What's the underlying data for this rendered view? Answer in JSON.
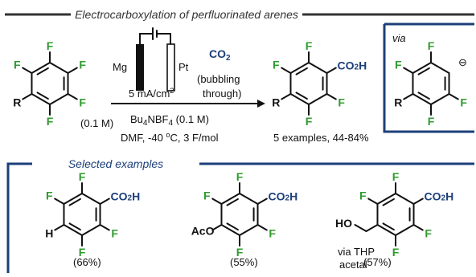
{
  "header": {
    "title": "Electrocarboxylation of perfluorinated arenes"
  },
  "atoms": {
    "F": "F",
    "R": "R",
    "H": "H",
    "HO": "HO",
    "AcO": "AcO",
    "acid": "CO2H",
    "charge": "⊖"
  },
  "cell": {
    "anode": "Mg",
    "cathode": "Pt"
  },
  "conditions": {
    "gas": "CO2",
    "gas_note_1": "(bubbling",
    "gas_note_2": "through)",
    "current": "5 mA/cm2",
    "salt": "Bu4NBF4 (0.1 M)",
    "solvent": "DMF, -40 oC, 3 F/mol"
  },
  "substrate": {
    "conc": "(0.1 M)"
  },
  "product": {
    "summary": "5 examples, 44-84%"
  },
  "intermediate": {
    "label": "via"
  },
  "examples": {
    "heading": "Selected examples",
    "items": [
      {
        "yield": "(66%)"
      },
      {
        "yield": "(55%)"
      },
      {
        "yield": "(57%)",
        "note_1": "via THP",
        "note_2": "acetal"
      }
    ]
  }
}
